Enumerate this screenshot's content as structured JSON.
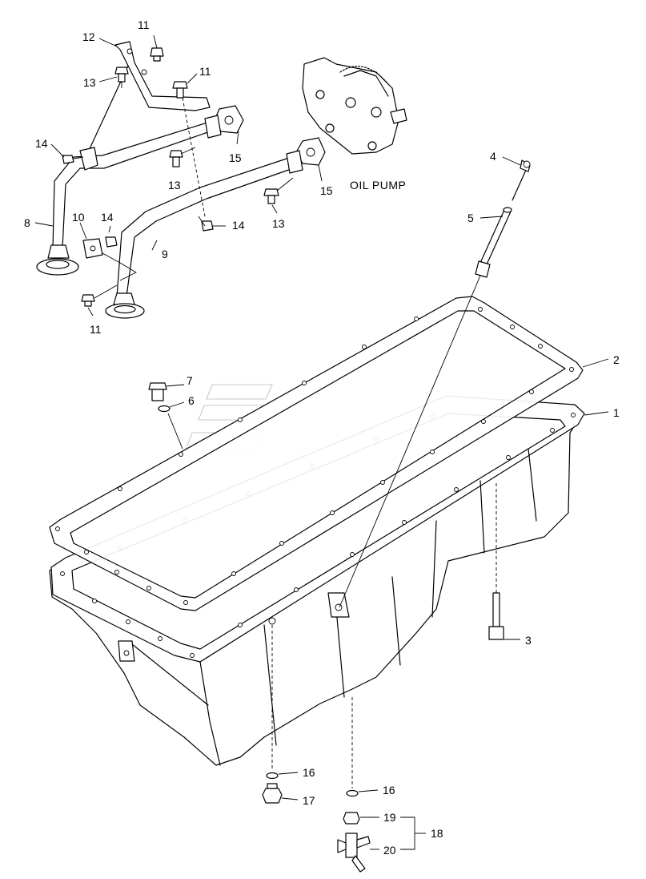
{
  "diagram": {
    "caption": "OIL PUMP",
    "callouts": {
      "c1": "1",
      "c2": "2",
      "c3": "3",
      "c4": "4",
      "c5": "5",
      "c6": "6",
      "c7": "7",
      "c8": "8",
      "c9": "9",
      "c10": "10",
      "c11a": "11",
      "c11b": "11",
      "c11c": "11",
      "c12": "12",
      "c13a": "13",
      "c13b": "13",
      "c13c": "13",
      "c14a": "14",
      "c14b": "14",
      "c14c": "14",
      "c15a": "15",
      "c15b": "15",
      "c16a": "16",
      "c16b": "16",
      "c17": "17",
      "c18": "18",
      "c19": "19",
      "c20": "20"
    }
  }
}
